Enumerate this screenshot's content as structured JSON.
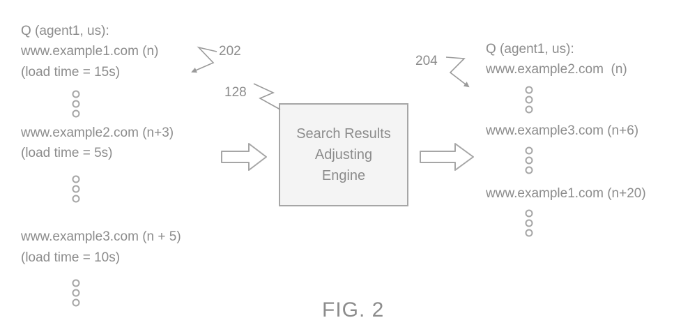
{
  "left_panel": {
    "query": "Q (agent1, us):",
    "results": [
      {
        "url": "www.example1.com (n)",
        "load": "(load time = 15s)"
      },
      {
        "url": "www.example2.com (n+3)",
        "load": "(load time = 5s)"
      },
      {
        "url": "www.example3.com (n + 5)",
        "load": "(load time = 10s)"
      }
    ]
  },
  "engine": {
    "label": "Search Results\nAdjusting\nEngine",
    "ref": "128"
  },
  "right_panel": {
    "query": "Q (agent1, us):",
    "results": [
      {
        "url": "www.example2.com  (n)"
      },
      {
        "url": "www.example3.com (n+6)"
      },
      {
        "url": "www.example1.com (n+20)"
      }
    ]
  },
  "refs": {
    "left": "202",
    "right": "204"
  },
  "figure_label": "FIG. 2"
}
